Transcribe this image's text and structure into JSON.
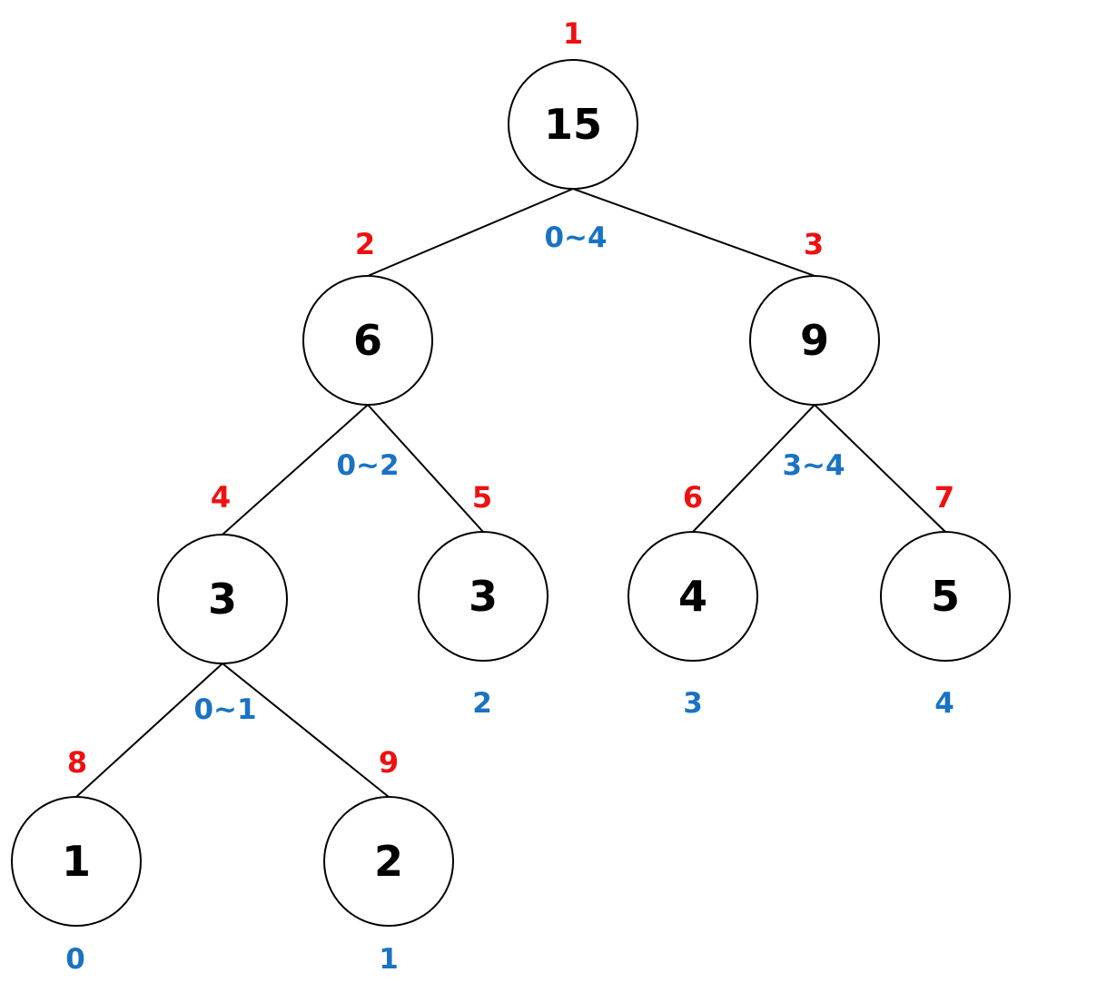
{
  "colors": {
    "index": "#ee1111",
    "range": "#1a73c2",
    "stroke": "#000000"
  },
  "nodes": [
    {
      "id": "n1",
      "index": "1",
      "value": "15",
      "range": "0~4"
    },
    {
      "id": "n2",
      "index": "2",
      "value": "6",
      "range": "0~2"
    },
    {
      "id": "n3",
      "index": "3",
      "value": "9",
      "range": "3~4"
    },
    {
      "id": "n4",
      "index": "4",
      "value": "3",
      "range": "0~1"
    },
    {
      "id": "n5",
      "index": "5",
      "value": "3",
      "range": "2"
    },
    {
      "id": "n6",
      "index": "6",
      "value": "4",
      "range": "3"
    },
    {
      "id": "n7",
      "index": "7",
      "value": "5",
      "range": "4"
    },
    {
      "id": "n8",
      "index": "8",
      "value": "1",
      "range": "0"
    },
    {
      "id": "n9",
      "index": "9",
      "value": "2",
      "range": "1"
    }
  ],
  "edges": [
    {
      "from": "n1",
      "to": "n2"
    },
    {
      "from": "n1",
      "to": "n3"
    },
    {
      "from": "n2",
      "to": "n4"
    },
    {
      "from": "n2",
      "to": "n5"
    },
    {
      "from": "n3",
      "to": "n6"
    },
    {
      "from": "n3",
      "to": "n7"
    },
    {
      "from": "n4",
      "to": "n8"
    },
    {
      "from": "n4",
      "to": "n9"
    }
  ]
}
